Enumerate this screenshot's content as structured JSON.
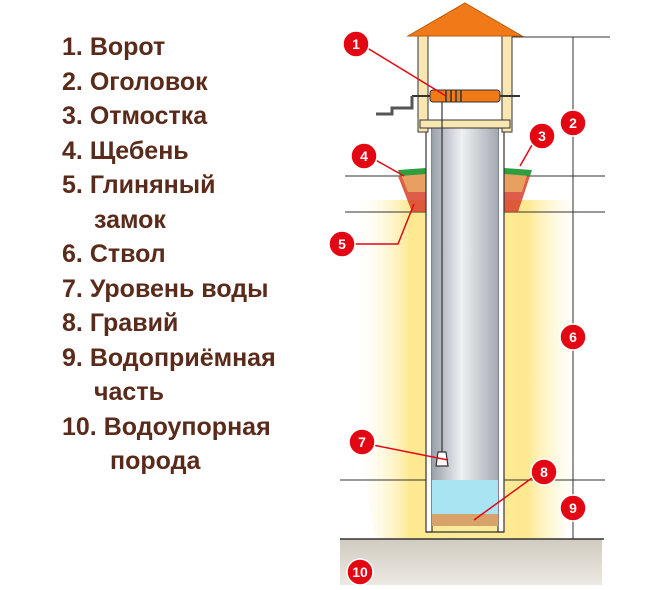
{
  "legend": {
    "items": [
      {
        "number": "1.",
        "lines": [
          "Ворот"
        ]
      },
      {
        "number": "2.",
        "lines": [
          "Оголовок"
        ]
      },
      {
        "number": "3.",
        "lines": [
          "Отмостка"
        ]
      },
      {
        "number": "4.",
        "lines": [
          "Щебень"
        ]
      },
      {
        "number": "5.",
        "lines": [
          "Глиняный",
          "замок"
        ]
      },
      {
        "number": "6.",
        "lines": [
          "Ствол"
        ]
      },
      {
        "number": "7.",
        "lines": [
          "Уровень воды"
        ]
      },
      {
        "number": "8.",
        "lines": [
          "Гравий"
        ]
      },
      {
        "number": "9.",
        "lines": [
          "Водоприёмная",
          "часть"
        ]
      },
      {
        "number": "10.",
        "lines": [
          "Водоупорная",
          "порода"
        ]
      }
    ]
  },
  "markers": {
    "m1": "1",
    "m2": "2",
    "m3": "3",
    "m4": "4",
    "m5": "5",
    "m6": "6",
    "m7": "7",
    "m8": "8",
    "m9": "9",
    "m10": "10"
  },
  "colors": {
    "legend_text": "#5a2a1a",
    "marker_fill": "#e30613",
    "roof": "#f07a18",
    "frame": "#f8e7b0",
    "ground_glow": "#fde26e",
    "shaft": "#c8ccd4",
    "water": "#a8e4f2",
    "gravel": "#d8a36a",
    "aquiclude": "#d8d4ca",
    "grass": "#2e9e3e",
    "clay": "#d8402a"
  }
}
